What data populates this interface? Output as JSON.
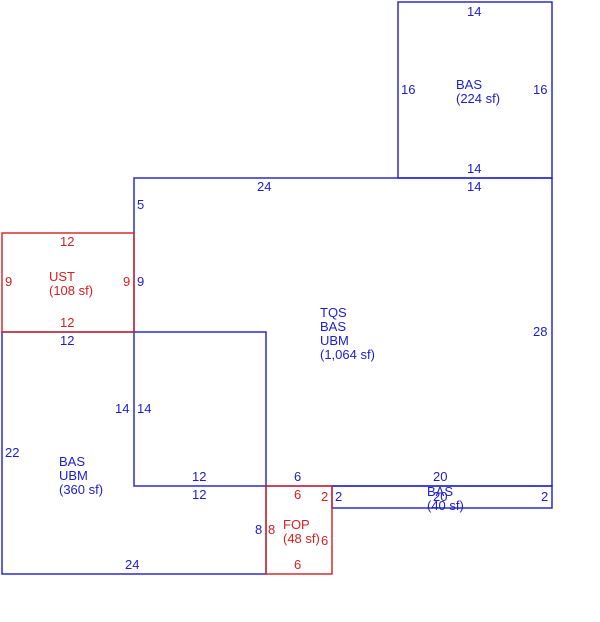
{
  "colors": {
    "main": "#1c1ccc",
    "accent": "#d42020"
  },
  "areas": [
    {
      "id": "bas-top",
      "lines": [
        "BAS",
        "(224 sf)"
      ],
      "color": "blue"
    },
    {
      "id": "main",
      "lines": [
        "TQS",
        "BAS",
        "UBM",
        "(1,064 sf)"
      ],
      "color": "blue"
    },
    {
      "id": "ust",
      "lines": [
        "UST",
        "(108 sf)"
      ],
      "color": "red"
    },
    {
      "id": "bas-left",
      "lines": [
        "BAS",
        "UBM",
        "(360 sf)"
      ],
      "color": "blue"
    },
    {
      "id": "fop",
      "lines": [
        "FOP",
        "(48 sf)"
      ],
      "color": "red"
    },
    {
      "id": "bas-strip",
      "lines": [
        "BAS",
        "(40 sf)"
      ],
      "color": "blue"
    }
  ],
  "dimensions": [
    "14",
    "16",
    "16",
    "14",
    "24",
    "14",
    "5",
    "28",
    "12",
    "9",
    "9",
    "12",
    "9",
    "12",
    "14",
    "14",
    "22",
    "24",
    "12",
    "12",
    "6",
    "6",
    "2",
    "8",
    "8",
    "6",
    "6",
    "20",
    "20",
    "2",
    "2"
  ]
}
